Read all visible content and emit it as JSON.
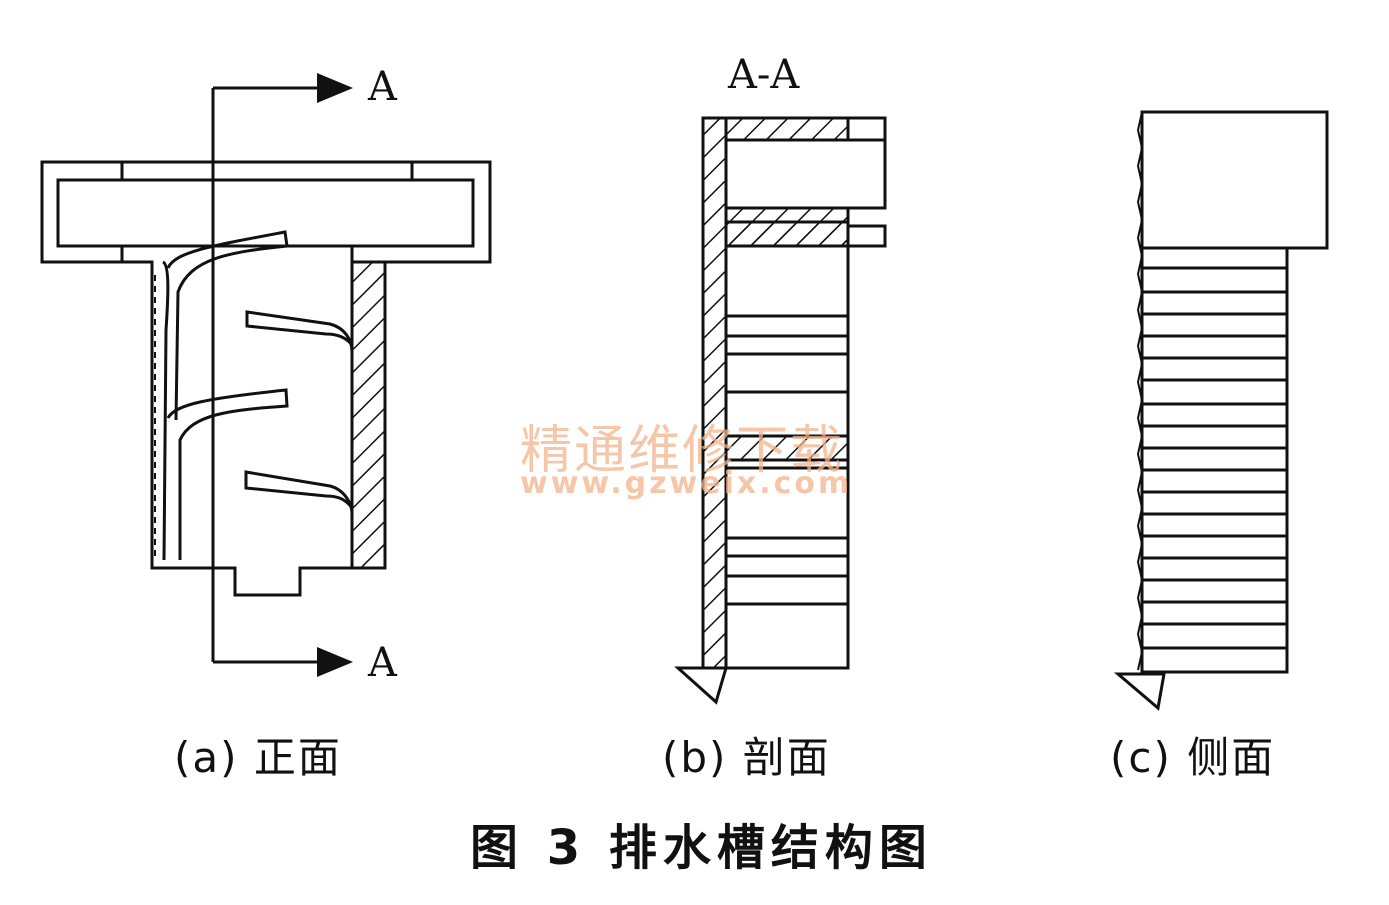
{
  "figure": {
    "caption": "图 3   排水槽结构图",
    "section_mark": "A",
    "section_title": "A-A",
    "panels": [
      {
        "label": "(a) 正面"
      },
      {
        "label": "(b) 剖面"
      },
      {
        "label": "(c) 侧面"
      }
    ],
    "watermark": {
      "text": "精通维修下载",
      "url": "www.gzweix.com"
    }
  },
  "colors": {
    "ink": "#111111",
    "watermark": "#f3b48c",
    "background": "#ffffff"
  }
}
